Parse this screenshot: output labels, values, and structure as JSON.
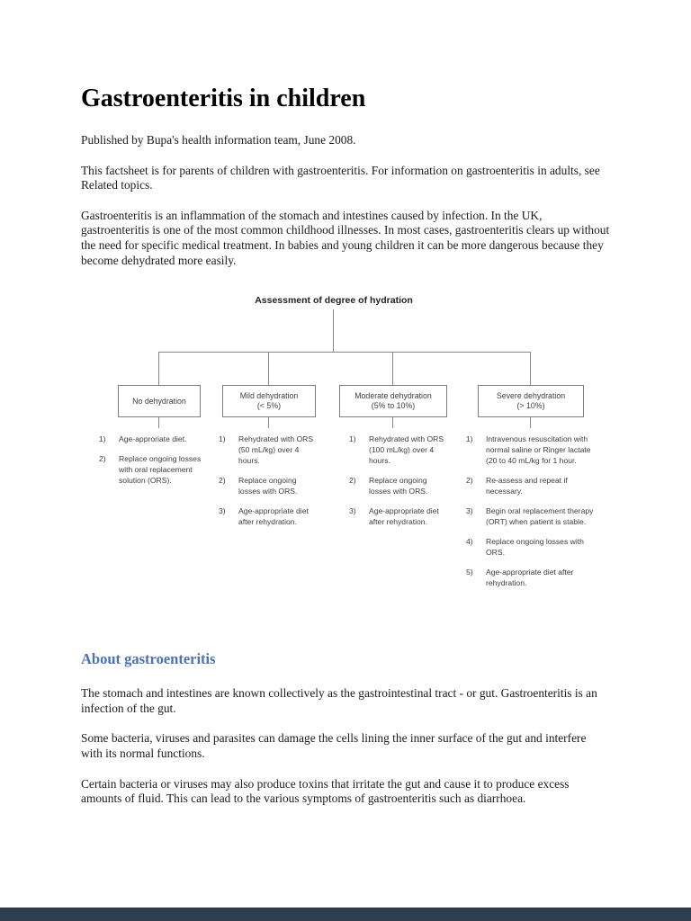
{
  "document": {
    "title": "Gastroenteritis in children",
    "published": "Published by Bupa's health information team, June 2008.",
    "intro1": "This factsheet is for parents of children with gastroenteritis. For information on gastroenteritis in adults, see Related topics.",
    "intro2": "Gastroenteritis is an inflammation of the stomach and intestines caused by infection. In the UK, gastroenteritis is one of the most common childhood illnesses. In most cases, gastroenteritis clears up without the need for specific medical treatment. In babies and young children it can be more dangerous because they become dehydrated more easily."
  },
  "diagram": {
    "title": "Assessment of degree of hydration",
    "columns": [
      {
        "box_title": "No dehydration",
        "box_subtitle": "",
        "items": [
          {
            "n": "1)",
            "text": "Age-approriate diet."
          },
          {
            "n": "2)",
            "text": "Replace ongoing losses with oral replacement solution (ORS)."
          }
        ]
      },
      {
        "box_title": "Mild dehydration",
        "box_subtitle": "(< 5%)",
        "items": [
          {
            "n": "1)",
            "text": "Rehydrated with ORS (50 mL/kg) over 4 hours."
          },
          {
            "n": "2)",
            "text": "Replace ongoing losses with ORS."
          },
          {
            "n": "3)",
            "text": "Age-appropriate diet after rehydration."
          }
        ]
      },
      {
        "box_title": "Moderate dehydration",
        "box_subtitle": "(5% to 10%)",
        "items": [
          {
            "n": "1)",
            "text": "Rehydrated with ORS (100 mL/kg) over 4 hours."
          },
          {
            "n": "2)",
            "text": "Replace ongoing losses with ORS."
          },
          {
            "n": "3)",
            "text": "Age-appropriate diet after rehydration."
          }
        ]
      },
      {
        "box_title": "Severe dehydration",
        "box_subtitle": "(> 10%)",
        "items": [
          {
            "n": "1)",
            "text": "Intravenous resuscitation with normal saline or Ringer lactate (20 to 40 mL/kg for 1 hour."
          },
          {
            "n": "2)",
            "text": "Re-assess and repeat if necessary."
          },
          {
            "n": "3)",
            "text": "Begin oral replacement therapy (ORT) when patient is stable."
          },
          {
            "n": "4)",
            "text": "Replace ongoing losses with ORS."
          },
          {
            "n": "5)",
            "text": "Age-appropriate diet after rehydration."
          }
        ]
      }
    ]
  },
  "about": {
    "heading": "About gastroenteritis",
    "para1": "The stomach and intestines are known collectively as the gastrointestinal tract - or gut. Gastroenteritis is an infection of the gut.",
    "para2": "Some bacteria, viruses and parasites can damage the cells lining the inner surface of the gut and interfere with its normal functions.",
    "para3": "Certain bacteria or viruses may also produce toxins that irritate the gut and cause it to produce excess amounts of fluid. This can lead to the various symptoms of gastroenteritis such as diarrhoea."
  },
  "colors": {
    "section_heading_blue": "#4a72b4",
    "diagram_line_gray": "#868686",
    "footer_strip": "#2d3e4f"
  }
}
